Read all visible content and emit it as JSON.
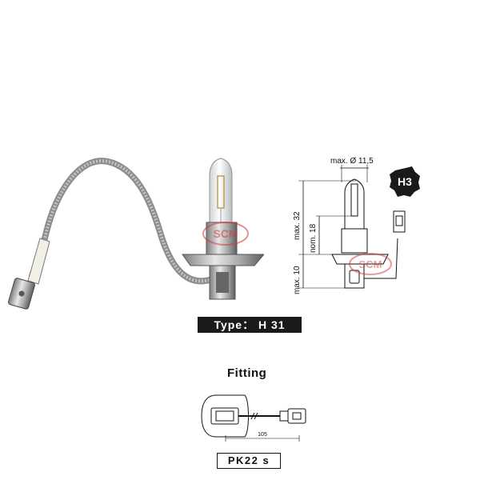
{
  "type_label": "Type： H 31",
  "fitting_title": "Fitting",
  "socket_label": "PK22 s",
  "bulb_code": "H3",
  "dimensions": {
    "diameter": "max. Ø 11,5",
    "height_total": "max. 32",
    "height_nominal": "nom. 18",
    "base_height": "max. 10",
    "cable_length": "105"
  },
  "watermark": "SCM",
  "colors": {
    "badge_bg": "#1a1a1a",
    "watermark": "#d23a3a",
    "cable": "#9a9a9a",
    "sleeve": "#f2f0e6"
  }
}
